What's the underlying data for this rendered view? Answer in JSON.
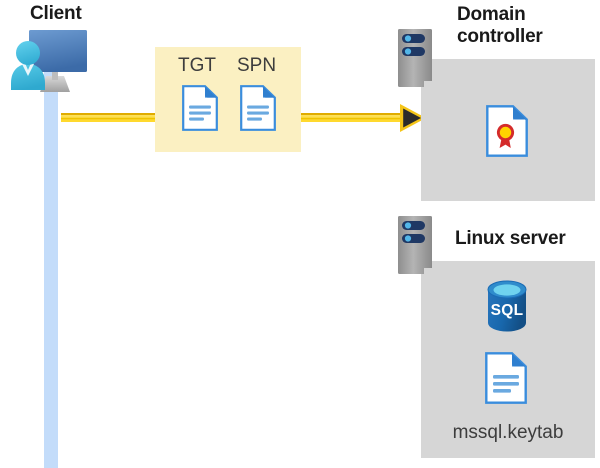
{
  "diagram": {
    "title_client": "Client",
    "colors": {
      "lifeline": "#c3dcfa",
      "highlight_box": "#fbf0c2",
      "panel_gray": "#d6d6d6",
      "rack_gray": "#9b9b9b",
      "rack_slot_navy": "#1f3864",
      "rack_led_blue": "#52b6e8",
      "arrow_gold": "#f5c518",
      "arrow_dark": "#2b2b2b",
      "doc_blue": "#3a8ddd",
      "sql_blue": "#1a6bb5",
      "cert_red": "#d42b2b",
      "cert_yellow": "#ffd400",
      "monitor_blue": "#4a7ebb",
      "person_cyan": "#45c2e0",
      "text_dark": "#1a1a1a",
      "text_gray": "#3d3d3d"
    },
    "client": {
      "label": "Client",
      "icon": "user-computer-icon",
      "lifeline": "client-lifeline"
    },
    "flow": {
      "arrow_label": "kerberos-ticket-request-arrow",
      "direction": "left-to-right",
      "from": "Client",
      "to": "Domain controller"
    },
    "token_box": {
      "items": [
        {
          "label": "TGT",
          "icon": "document-icon"
        },
        {
          "label": "SPN",
          "icon": "document-icon"
        }
      ]
    },
    "nodes": [
      {
        "id": "domain-controller",
        "title": "Domain controller",
        "title_line_1": "Domain",
        "title_line_2": "controller",
        "icon": "server-rack-icon",
        "contents": [
          {
            "label": "",
            "icon": "certificate-icon"
          }
        ]
      },
      {
        "id": "linux-server",
        "title": "Linux server",
        "title_line_1": "Linux server",
        "title_line_2": "",
        "icon": "server-rack-icon",
        "contents": [
          {
            "label": "",
            "icon": "sql-database-icon",
            "text": "SQL"
          },
          {
            "label": "mssql.keytab",
            "icon": "document-icon"
          }
        ]
      }
    ]
  }
}
